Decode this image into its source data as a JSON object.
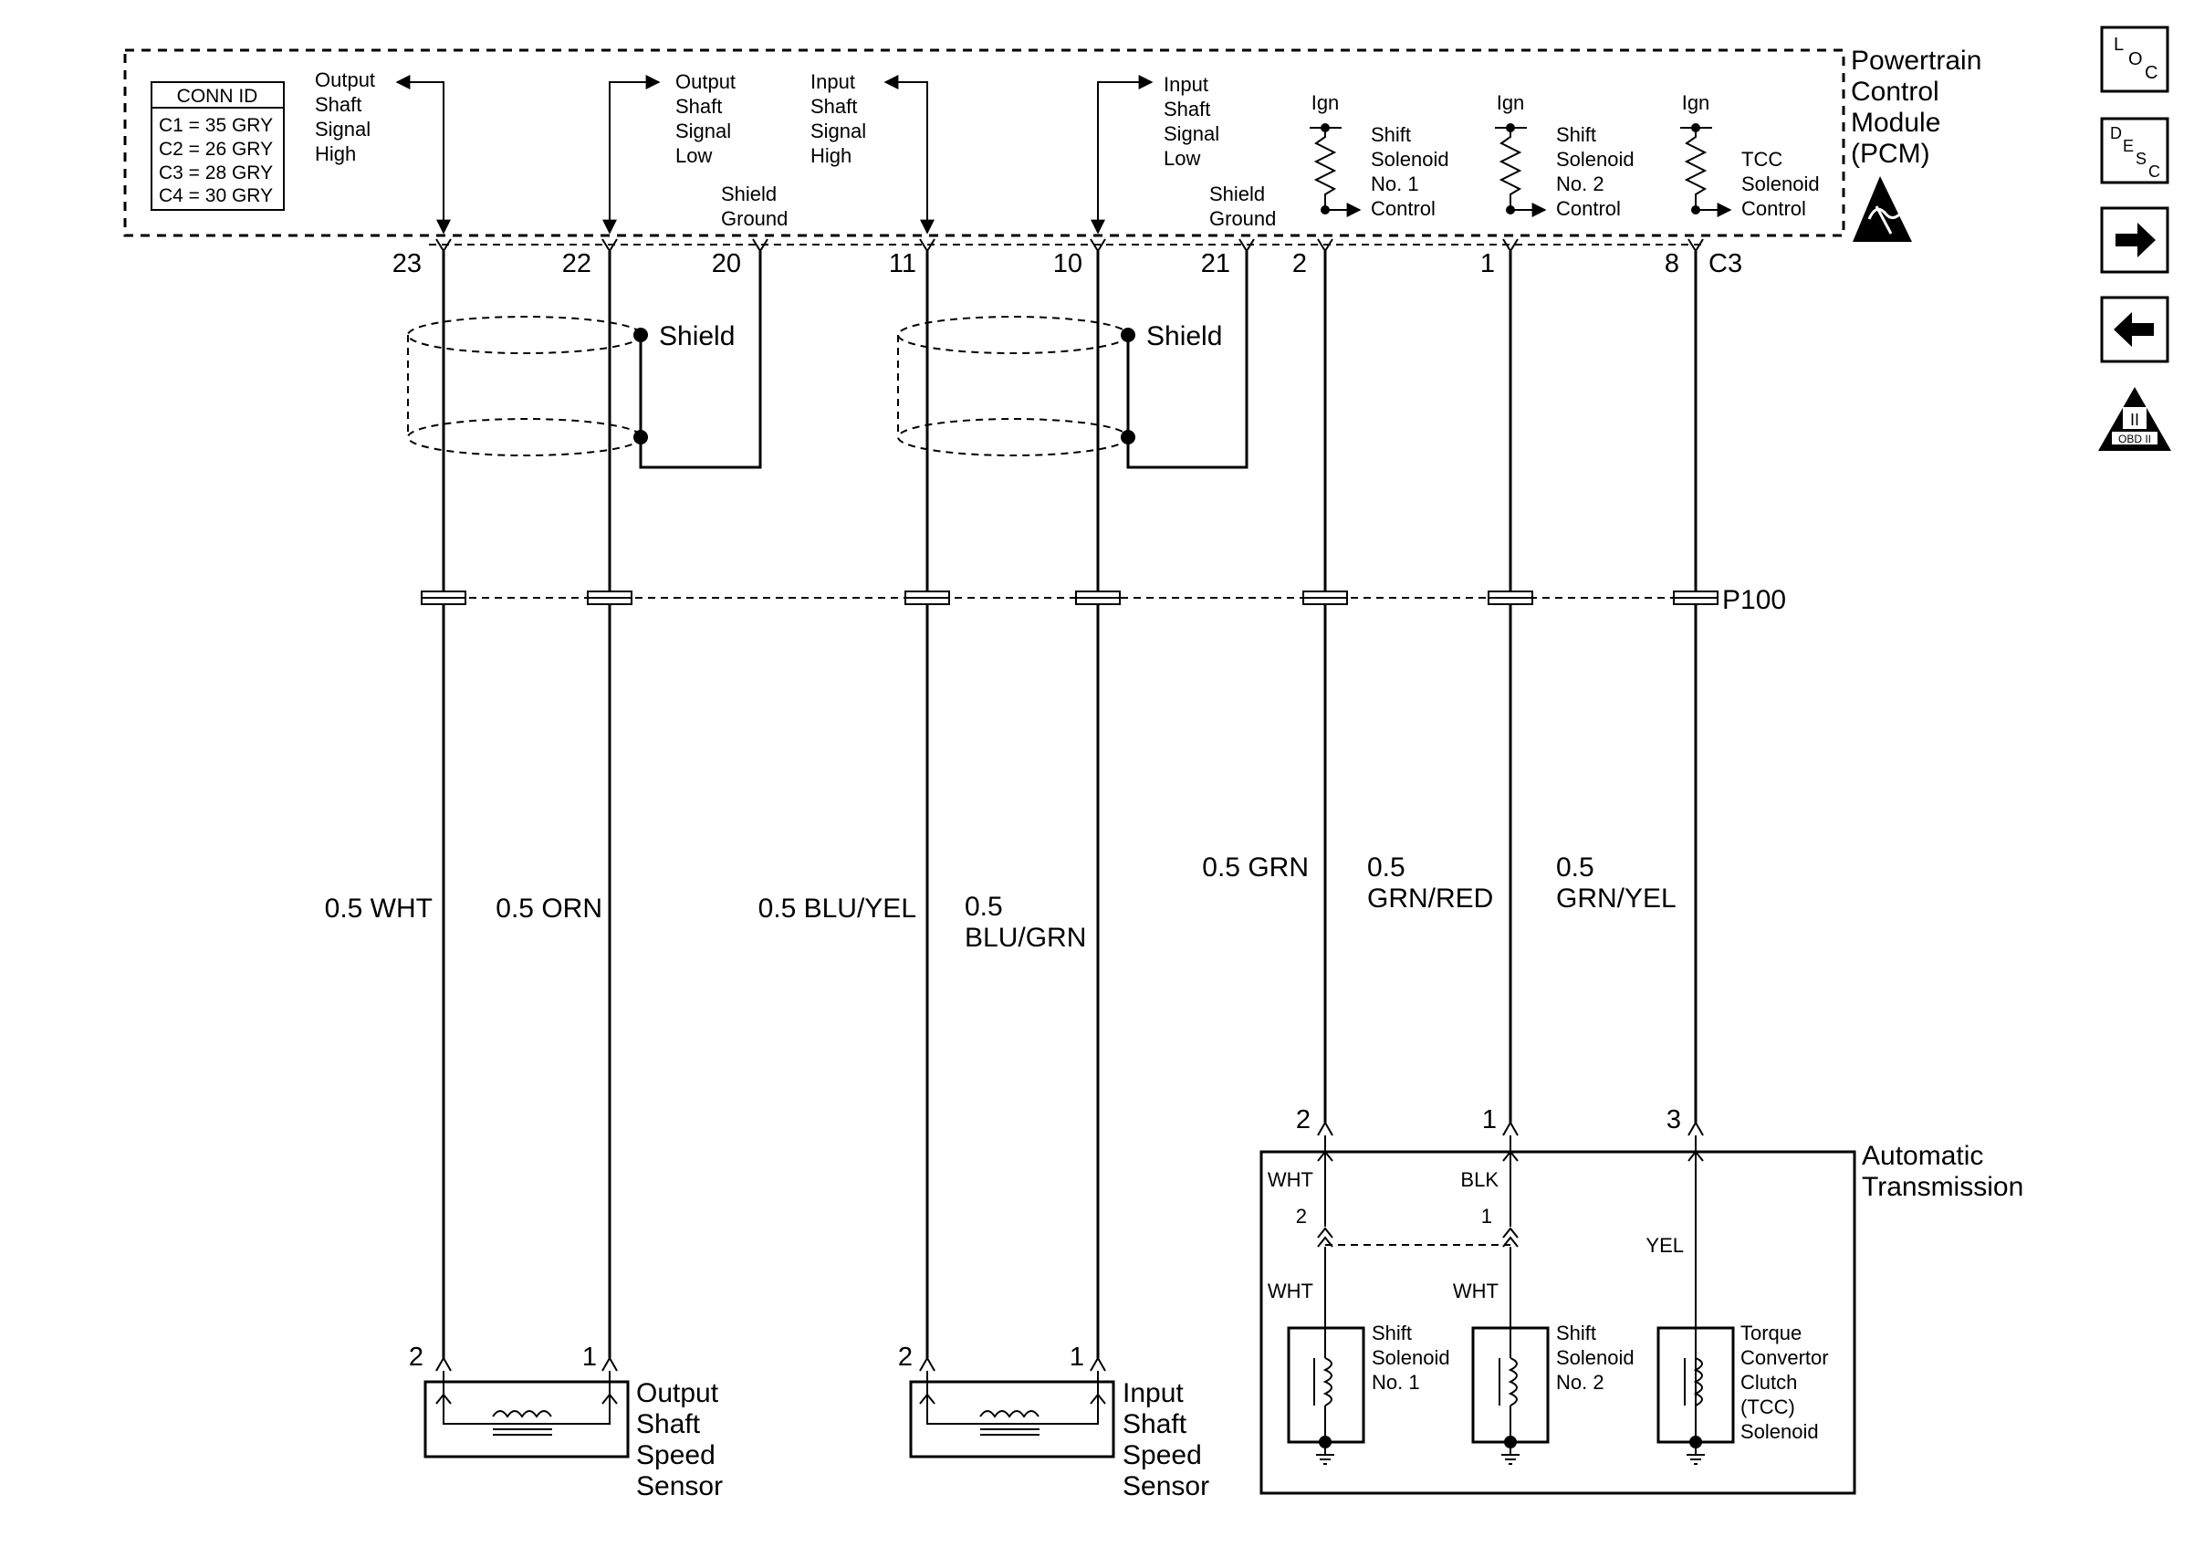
{
  "pcm": {
    "title_lines": [
      "Powertrain",
      "Control",
      "Module",
      "(PCM)"
    ],
    "conn_id": {
      "header": "CONN ID",
      "rows": [
        "C1 = 35 GRY",
        "C2 = 26 GRY",
        "C3 = 28 GRY",
        "C4 = 30 GRY"
      ]
    },
    "signals": {
      "out_high": [
        "Output",
        "Shaft",
        "Signal",
        "High"
      ],
      "out_low": [
        "Output",
        "Shaft",
        "Signal",
        "Low"
      ],
      "shield_ground": [
        "Shield",
        "Ground"
      ],
      "in_high": [
        "Input",
        "Shaft",
        "Signal",
        "High"
      ],
      "in_low": [
        "Input",
        "Shaft",
        "Signal",
        "Low"
      ],
      "ign": "Ign",
      "ss1": [
        "Shift",
        "Solenoid",
        "No. 1",
        "Control"
      ],
      "ss2": [
        "Shift",
        "Solenoid",
        "No. 2",
        "Control"
      ],
      "tcc": [
        "TCC",
        "Solenoid",
        "Control"
      ]
    },
    "pins": [
      "23",
      "22",
      "20",
      "11",
      "10",
      "21",
      "2",
      "1",
      "8"
    ],
    "connector": "C3"
  },
  "shield_label": "Shield",
  "splice": "P100",
  "wires": {
    "w1": [
      "0.5 WHT"
    ],
    "w2": [
      "0.5 ORN"
    ],
    "w3": [
      "0.5 BLU/YEL"
    ],
    "w4": [
      "0.5",
      "BLU/GRN"
    ],
    "w5": [
      "0.5 GRN"
    ],
    "w6": [
      "0.5",
      "GRN/RED"
    ],
    "w7": [
      "0.5",
      "GRN/YEL"
    ]
  },
  "output_sensor": {
    "pins": [
      "2",
      "1"
    ],
    "label": [
      "Output",
      "Shaft",
      "Speed",
      "Sensor"
    ]
  },
  "input_sensor": {
    "pins": [
      "2",
      "1"
    ],
    "label": [
      "Input",
      "Shaft",
      "Speed",
      "Sensor"
    ]
  },
  "transmission": {
    "title": [
      "Automatic",
      "Transmission"
    ],
    "pins": [
      "2",
      "1",
      "3"
    ],
    "inner_pins": [
      "2",
      "1"
    ],
    "wire_colors": {
      "top1": "WHT",
      "top2": "BLK",
      "bottom1": "WHT",
      "bottom2": "WHT",
      "tcc": "YEL"
    },
    "ss1": [
      "Shift",
      "Solenoid",
      "No. 1"
    ],
    "ss2": [
      "Shift",
      "Solenoid",
      "No. 2"
    ],
    "tcc": [
      "Torque",
      "Convertor",
      "Clutch",
      "(TCC)",
      "Solenoid"
    ]
  },
  "nav": {
    "loc": {
      "big": "L",
      "sub1": "O",
      "sub2": "C"
    },
    "desc": {
      "big": "D",
      "sub1": "E",
      "sub2": "S",
      "sub3": "C"
    },
    "obd": {
      "numeral": "II",
      "text": "OBD II"
    }
  },
  "colors": {
    "line": "#000000",
    "background": "#ffffff"
  }
}
